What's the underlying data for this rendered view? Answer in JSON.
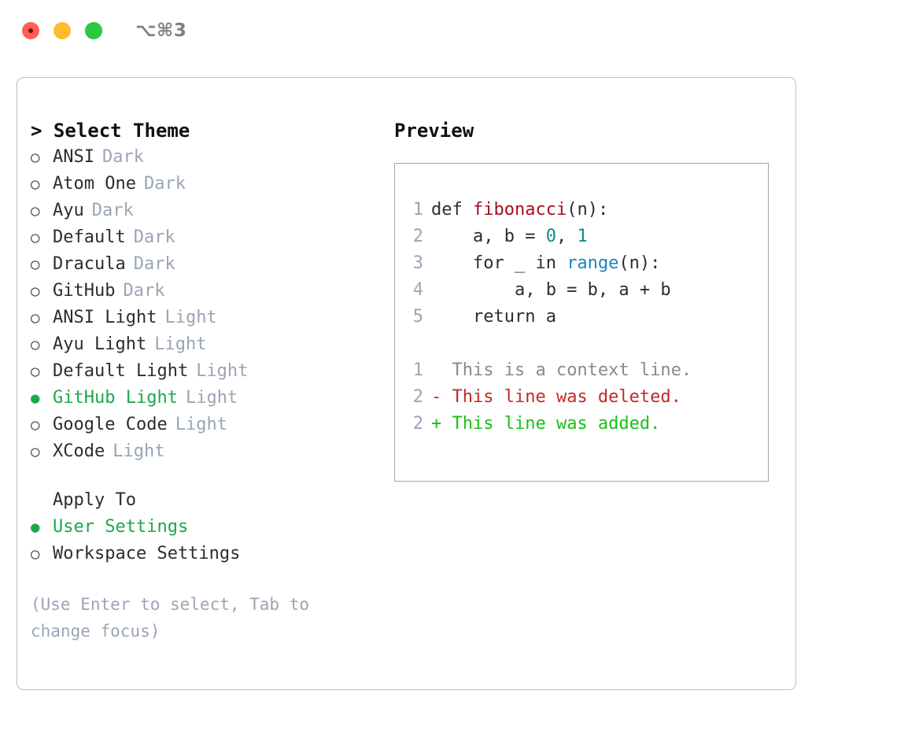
{
  "window": {
    "title": "⌥⌘3",
    "traffic_lights": [
      "close",
      "minimize",
      "zoom"
    ]
  },
  "colors": {
    "accent_green": "#1da84a",
    "muted": "#9aa5b5",
    "border": "#b6bfcc",
    "text": "#2c2c33",
    "fn_red": "#a3111d",
    "number_teal": "#0e8a8a",
    "keyword_blue": "#1a86c0",
    "diff_add": "#18c018",
    "diff_del": "#c62828",
    "diff_ctx": "#8a8a93"
  },
  "left_panel": {
    "caret": ">",
    "heading": "Select Theme",
    "marker_selected": "●",
    "marker_unselected": "○",
    "themes": [
      {
        "name": "ANSI",
        "variant": "Dark",
        "selected": false
      },
      {
        "name": "Atom One",
        "variant": "Dark",
        "selected": false
      },
      {
        "name": "Ayu",
        "variant": "Dark",
        "selected": false
      },
      {
        "name": "Default",
        "variant": "Dark",
        "selected": false
      },
      {
        "name": "Dracula",
        "variant": "Dark",
        "selected": false
      },
      {
        "name": "GitHub",
        "variant": "Dark",
        "selected": false
      },
      {
        "name": "ANSI Light",
        "variant": "Light",
        "selected": false
      },
      {
        "name": "Ayu Light",
        "variant": "Light",
        "selected": false
      },
      {
        "name": "Default Light",
        "variant": "Light",
        "selected": false
      },
      {
        "name": "GitHub Light",
        "variant": "Light",
        "selected": true
      },
      {
        "name": "Google Code",
        "variant": "Light",
        "selected": false
      },
      {
        "name": "XCode",
        "variant": "Light",
        "selected": false
      }
    ],
    "apply_to": {
      "heading": "Apply To",
      "options": [
        {
          "label": "User Settings",
          "selected": true
        },
        {
          "label": "Workspace Settings",
          "selected": false
        }
      ]
    },
    "hint": "(Use Enter to select, Tab to change focus)"
  },
  "right_panel": {
    "heading": "Preview",
    "code_lines": [
      {
        "num": "1",
        "tokens": [
          {
            "t": "def ",
            "k": "plain"
          },
          {
            "t": "fibonacci",
            "k": "fn"
          },
          {
            "t": "(n):",
            "k": "plain"
          }
        ]
      },
      {
        "num": "2",
        "tokens": [
          {
            "t": "    a, b = ",
            "k": "plain"
          },
          {
            "t": "0",
            "k": "num"
          },
          {
            "t": ", ",
            "k": "plain"
          },
          {
            "t": "1",
            "k": "num"
          }
        ]
      },
      {
        "num": "3",
        "tokens": [
          {
            "t": "    for _ in ",
            "k": "plain"
          },
          {
            "t": "range",
            "k": "kw"
          },
          {
            "t": "(n):",
            "k": "plain"
          }
        ]
      },
      {
        "num": "4",
        "tokens": [
          {
            "t": "        a, b = b, a + b",
            "k": "plain"
          }
        ]
      },
      {
        "num": "5",
        "tokens": [
          {
            "t": "    return a",
            "k": "plain"
          }
        ]
      }
    ],
    "diff_lines": [
      {
        "num": "1",
        "sign": " ",
        "text": " This is a context line.",
        "kind": "ctx"
      },
      {
        "num": "2",
        "sign": "-",
        "text": " This line was deleted.",
        "kind": "del"
      },
      {
        "num": "2",
        "sign": "+",
        "text": " This line was added.",
        "kind": "add"
      }
    ]
  }
}
